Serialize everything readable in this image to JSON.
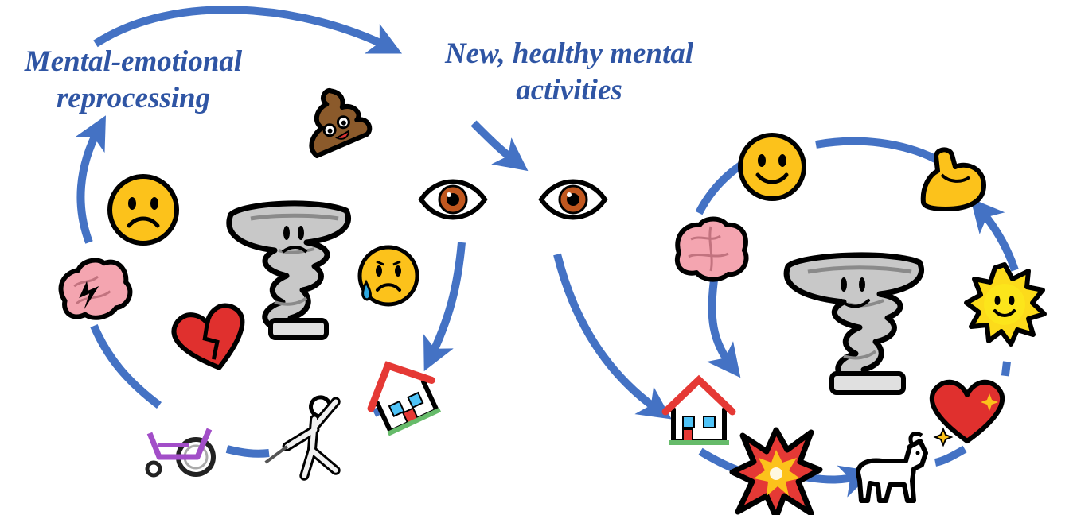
{
  "captions": {
    "reprocessing_line1": "Mental-emotional",
    "reprocessing_line2": "reprocessing",
    "healthy_line1": "New, healthy mental",
    "healthy_line2": "activities"
  },
  "colors": {
    "arrow": "#4472c4",
    "caption_text": "#2f55a4"
  },
  "icons": [
    "tornado-sad-icon",
    "frowning-face-icon",
    "poop-icon",
    "crying-face-icon",
    "brain-lightning-icon",
    "broken-heart-icon",
    "wheelchair-icon",
    "fencer-icon",
    "tilted-house-icon",
    "eye-icon",
    "eye-icon",
    "tornado-happy-icon",
    "smiling-face-icon",
    "flexed-biceps-icon",
    "brain-icon",
    "sun-face-icon",
    "sparkling-heart-icon",
    "house-icon",
    "collision-icon",
    "goat-icon"
  ]
}
